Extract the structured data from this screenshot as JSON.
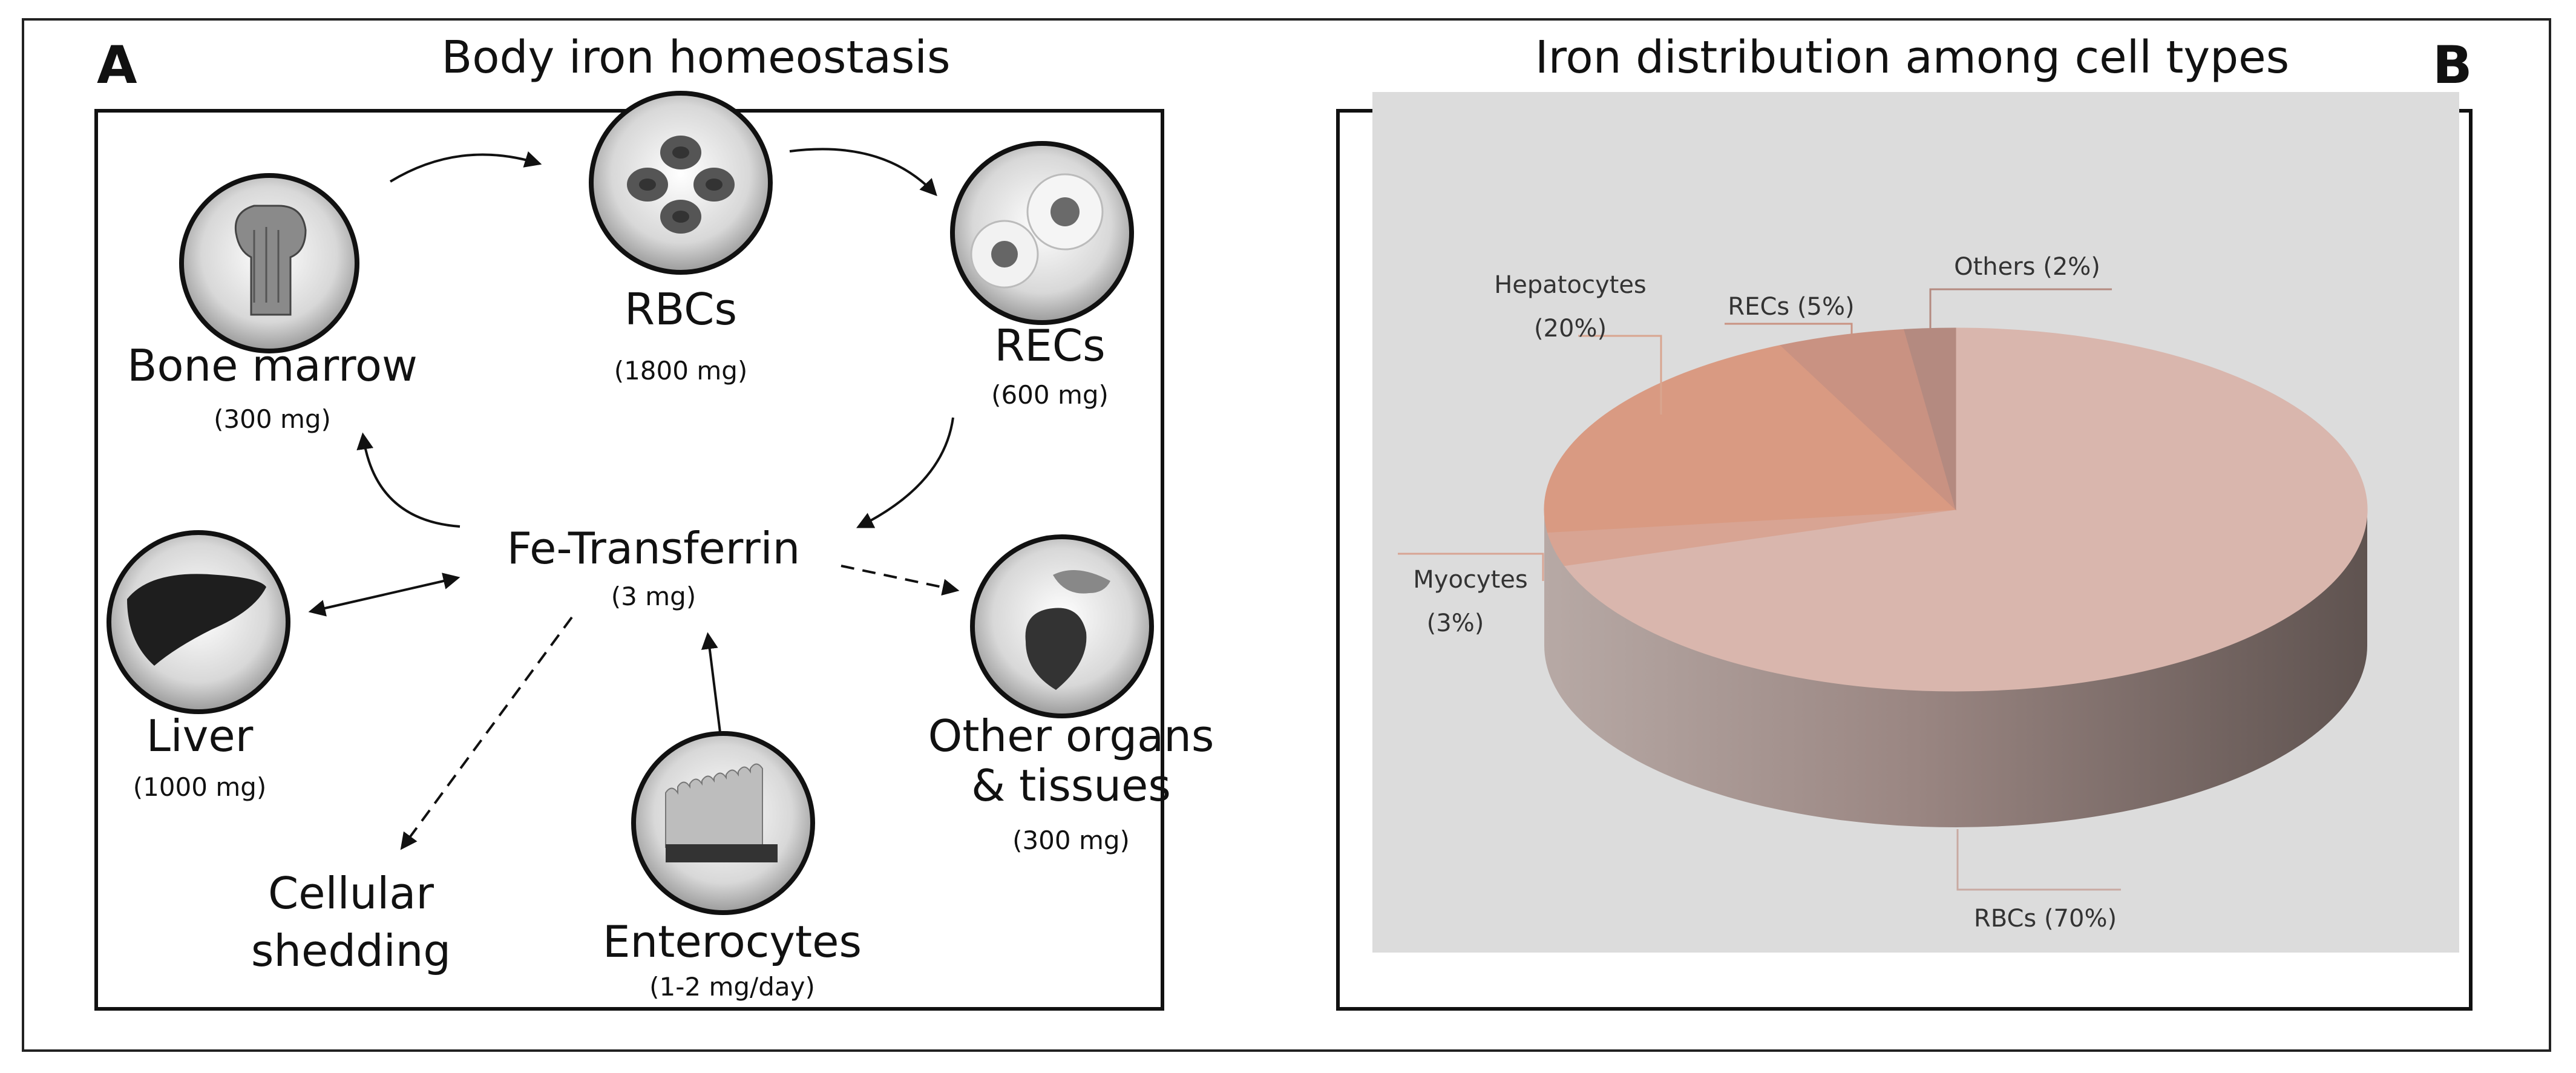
{
  "panels": {
    "a": {
      "letter": "A",
      "title": "Body iron homeostasis"
    },
    "b": {
      "letter": "B",
      "title": "Iron distribution among cell types"
    }
  },
  "nodes": {
    "bone_marrow": {
      "name": "Bone marrow",
      "amount": "(300 mg)"
    },
    "rbcs": {
      "name": "RBCs",
      "amount": "(1800 mg)"
    },
    "recs": {
      "name": "RECs",
      "amount": "(600 mg)"
    },
    "transferrin": {
      "name": "Fe-Transferrin",
      "amount": "(3 mg)"
    },
    "liver": {
      "name": "Liver",
      "amount": "(1000 mg)"
    },
    "other": {
      "name_line1": "Other organs",
      "name_line2": "& tissues",
      "amount": "(300 mg)"
    },
    "shedding": {
      "name_line1": "Cellular",
      "name_line2": "shedding"
    },
    "enterocytes": {
      "name": "Enterocytes",
      "amount": "(1-2 mg/day)"
    }
  },
  "icons": [
    "bone-icon",
    "red-blood-cells-icon",
    "macrophage-icon",
    "liver-icon",
    "heart-organs-icon",
    "intestinal-villi-icon"
  ],
  "chart_data": {
    "type": "pie",
    "title": "Iron distribution among cell types",
    "slices": [
      {
        "label": "RBCs (70%)",
        "value": 70,
        "color": "#d9b6ad"
      },
      {
        "label": "Myocytes (3%)",
        "value": 3,
        "color": "#d8a493"
      },
      {
        "label": "Hepatocytes (20%)",
        "value": 20,
        "color": "#d99a82"
      },
      {
        "label": "RECs (5%)",
        "value": 5,
        "color": "#c99282"
      },
      {
        "label": "Others (2%)",
        "value": 2,
        "color": "#b48a80"
      }
    ],
    "label_lines": {
      "hepatocytes": [
        "Hepatocytes",
        "(20%)"
      ],
      "myocytes": [
        "Myocytes",
        "(3%)"
      ],
      "recs": "RECs (5%)",
      "others": "Others (2%)",
      "rbcs": "RBCs (70%)"
    },
    "style": "3d",
    "background": "#dcdcdc"
  }
}
